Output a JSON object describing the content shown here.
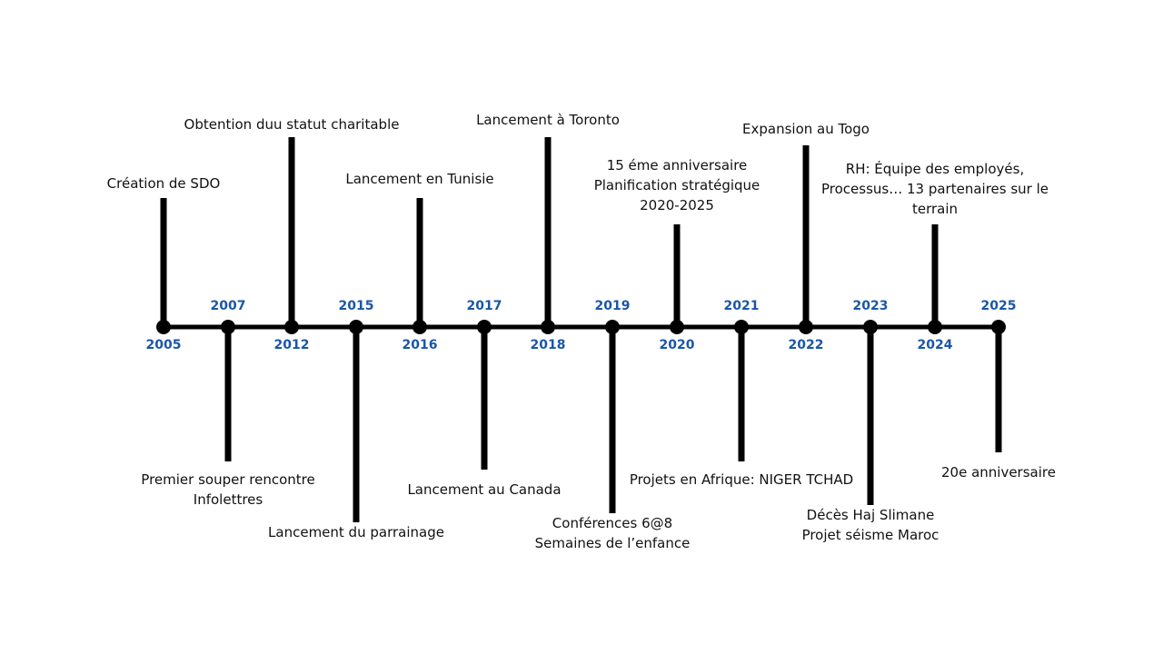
{
  "colors": {
    "line": "#000000",
    "year_text": "#1a56a8",
    "label_text": "#111111",
    "background": "#ffffff"
  },
  "events": [
    {
      "year": "2005",
      "side": "up",
      "lines": [
        "Création de SDO"
      ]
    },
    {
      "year": "2007",
      "side": "down",
      "lines": [
        "Premier souper rencontre",
        "Infolettres"
      ]
    },
    {
      "year": "2012",
      "side": "up",
      "lines": [
        "Obtention duu statut charitable"
      ]
    },
    {
      "year": "2015",
      "side": "down",
      "lines": [
        "Lancement du parrainage"
      ]
    },
    {
      "year": "2016",
      "side": "up",
      "lines": [
        "Lancement en Tunisie"
      ]
    },
    {
      "year": "2017",
      "side": "down",
      "lines": [
        "Lancement au Canada"
      ]
    },
    {
      "year": "2018",
      "side": "up",
      "lines": [
        "Lancement à Toronto"
      ]
    },
    {
      "year": "2019",
      "side": "down",
      "lines": [
        "Conférences 6@8",
        "Semaines de l’enfance"
      ]
    },
    {
      "year": "2020",
      "side": "up",
      "lines": [
        "15 éme anniversaire",
        "Planification stratégique",
        "2020-2025"
      ]
    },
    {
      "year": "2021",
      "side": "down",
      "lines": [
        "Projets en Afrique: NIGER TCHAD"
      ]
    },
    {
      "year": "2022",
      "side": "up",
      "lines": [
        "Expansion au Togo"
      ]
    },
    {
      "year": "2023",
      "side": "down",
      "lines": [
        "Décès Haj Slimane",
        "Projet séisme Maroc"
      ]
    },
    {
      "year": "2024",
      "side": "up",
      "lines": [
        "RH: Équipe des employés,",
        "Processus… 13 partenaires sur le",
        "terrain"
      ]
    },
    {
      "year": "2025",
      "side": "down",
      "lines": [
        "20e anniversaire"
      ]
    }
  ]
}
